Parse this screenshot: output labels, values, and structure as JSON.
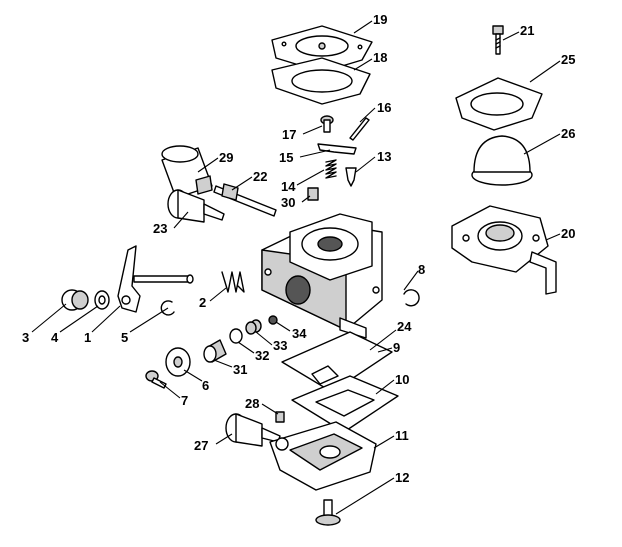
{
  "callouts": [
    {
      "id": "19",
      "text": "19"
    },
    {
      "id": "18",
      "text": "18"
    },
    {
      "id": "21",
      "text": "21"
    },
    {
      "id": "25",
      "text": "25"
    },
    {
      "id": "16",
      "text": "16"
    },
    {
      "id": "17",
      "text": "17"
    },
    {
      "id": "15",
      "text": "15"
    },
    {
      "id": "26",
      "text": "26"
    },
    {
      "id": "29",
      "text": "29"
    },
    {
      "id": "13",
      "text": "13"
    },
    {
      "id": "22",
      "text": "22"
    },
    {
      "id": "14",
      "text": "14"
    },
    {
      "id": "30",
      "text": "30"
    },
    {
      "id": "23",
      "text": "23"
    },
    {
      "id": "20",
      "text": "20"
    },
    {
      "id": "8",
      "text": "8"
    },
    {
      "id": "2",
      "text": "2"
    },
    {
      "id": "3",
      "text": "3"
    },
    {
      "id": "4",
      "text": "4"
    },
    {
      "id": "1",
      "text": "1"
    },
    {
      "id": "5",
      "text": "5"
    },
    {
      "id": "24",
      "text": "24"
    },
    {
      "id": "34",
      "text": "34"
    },
    {
      "id": "33",
      "text": "33"
    },
    {
      "id": "9",
      "text": "9"
    },
    {
      "id": "32",
      "text": "32"
    },
    {
      "id": "31",
      "text": "31"
    },
    {
      "id": "6",
      "text": "6"
    },
    {
      "id": "7",
      "text": "7"
    },
    {
      "id": "10",
      "text": "10"
    },
    {
      "id": "28",
      "text": "28"
    },
    {
      "id": "27",
      "text": "27"
    },
    {
      "id": "11",
      "text": "11"
    },
    {
      "id": "12",
      "text": "12"
    }
  ]
}
